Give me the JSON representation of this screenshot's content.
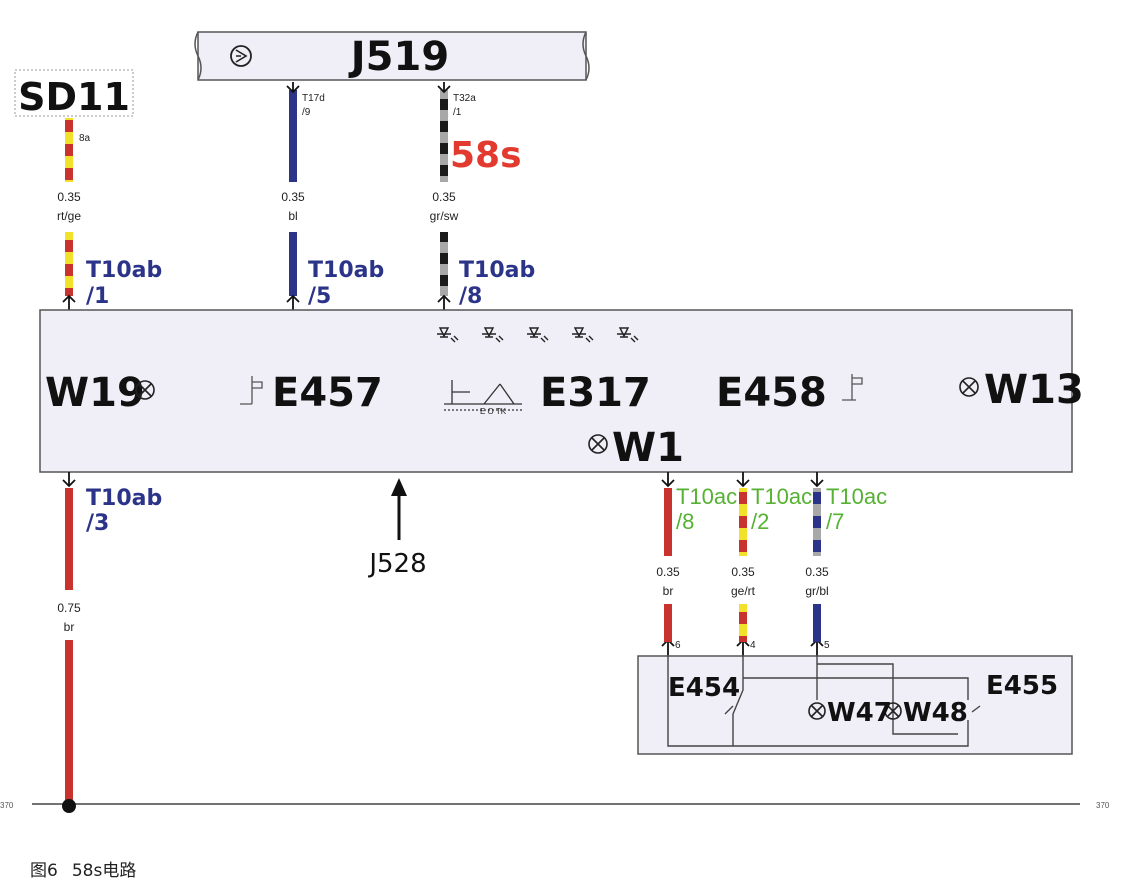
{
  "components": {
    "sd11": "SD11",
    "j519": "J519",
    "j528": "J528",
    "w19": "W19",
    "e457": "E457",
    "e317": "E317",
    "e458": "E458",
    "w13": "W13",
    "w1": "W1",
    "e454": "E454",
    "e455": "E455",
    "w47": "W47",
    "w48": "W48"
  },
  "e317_sublabel": "E O TK",
  "signal_label": "58s",
  "connectors": {
    "sd11_pin": "8a",
    "j519_pin_a": "T17d",
    "j519_pin_a_num": "/9",
    "j519_pin_b": "T32a",
    "j519_pin_b_num": "/1",
    "t10ab_1": "T10ab",
    "t10ab_1_num": "/1",
    "t10ab_5": "T10ab",
    "t10ab_5_num": "/5",
    "t10ab_8": "T10ab",
    "t10ab_8_num": "/8",
    "t10ab_3": "T10ab",
    "t10ab_3_num": "/3",
    "t10ac_8": "T10ac",
    "t10ac_8_num": "/8",
    "t10ac_2": "T10ac",
    "t10ac_2_num": "/2",
    "t10ac_7": "T10ac",
    "t10ac_7_num": "/7",
    "pin_6": "6",
    "pin_4": "4",
    "pin_5": "5"
  },
  "wires": {
    "w_sd11": {
      "size": "0.35",
      "color": "rt/ge"
    },
    "w_bl": {
      "size": "0.35",
      "color": "bl"
    },
    "w_grsw": {
      "size": "0.35",
      "color": "gr/sw"
    },
    "w_br_main": {
      "size": "0.75",
      "color": "br"
    },
    "w_br": {
      "size": "0.35",
      "color": "br"
    },
    "w_gert": {
      "size": "0.35",
      "color": "ge/rt"
    },
    "w_grbl": {
      "size": "0.35",
      "color": "gr/bl"
    }
  },
  "ground_ref_left": "370",
  "ground_ref_right": "370",
  "caption": {
    "figure": "图6",
    "title": "58s电路"
  },
  "colors": {
    "red": "#c8322f",
    "yellow": "#f2e12a",
    "blue": "#2b3488",
    "black": "#1a1a1a",
    "grey": "#a8a8a8",
    "label_blue": "#2b3488",
    "label_green": "#56b233",
    "signal_red": "#e23a2e",
    "box_fill": "#f0eef6"
  }
}
